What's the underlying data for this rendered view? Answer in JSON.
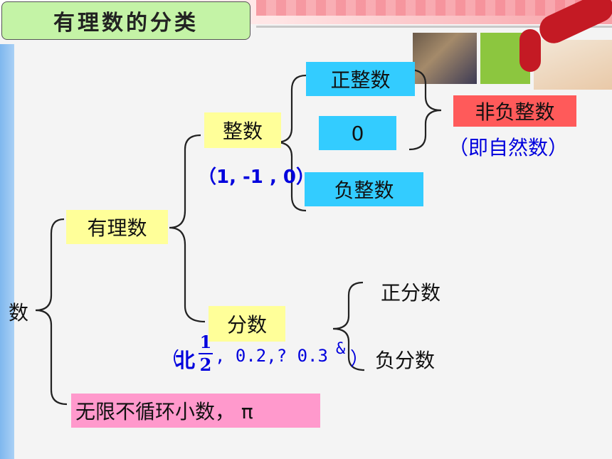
{
  "title": "有理数的分类",
  "root_label": "数",
  "rational": "有理数",
  "integers": {
    "label": "整数",
    "examples": "（1, -1 , 0）",
    "positive": "正整数",
    "zero": "0",
    "negative": "负整数"
  },
  "non_negative": {
    "label": "非负整数",
    "note": "（即自然数）"
  },
  "fractions": {
    "label": "分数",
    "examples_prefix": "（",
    "examples_glyph": "北",
    "frac_num": "1",
    "frac_den": "2",
    "examples_rest": ",   0.2,? 0.3",
    "examples_mark": "&",
    "examples_close": "）",
    "positive": "正分数",
    "negative": "负分数"
  },
  "irrational": "无限不循环小数， π",
  "colors": {
    "title_bg": "#c4f3a6",
    "yellow": "#ffff99",
    "cyan": "#33ccff",
    "red": "#ff5a5a",
    "pink": "#ff99cc",
    "blue_text": "#0000dd"
  }
}
